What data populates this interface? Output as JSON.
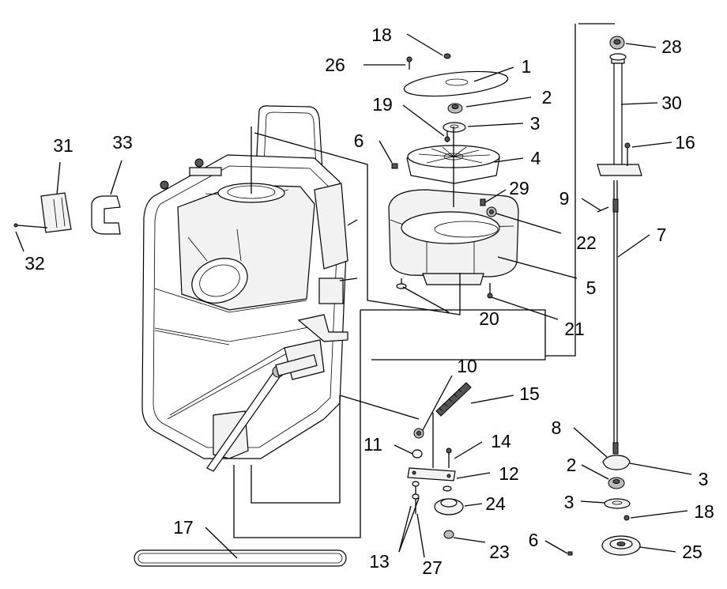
{
  "diagram": {
    "callouts": [
      {
        "id": "c-18a",
        "label": "18"
      },
      {
        "id": "c-1",
        "label": "1"
      },
      {
        "id": "c-26",
        "label": "26"
      },
      {
        "id": "c-2a",
        "label": "2"
      },
      {
        "id": "c-19",
        "label": "19"
      },
      {
        "id": "c-3a",
        "label": "3"
      },
      {
        "id": "c-6a",
        "label": "6"
      },
      {
        "id": "c-4",
        "label": "4"
      },
      {
        "id": "c-29",
        "label": "29"
      },
      {
        "id": "c-22",
        "label": "22"
      },
      {
        "id": "c-5",
        "label": "5"
      },
      {
        "id": "c-20",
        "label": "20"
      },
      {
        "id": "c-21",
        "label": "21"
      },
      {
        "id": "c-28",
        "label": "28"
      },
      {
        "id": "c-30",
        "label": "30"
      },
      {
        "id": "c-16",
        "label": "16"
      },
      {
        "id": "c-9",
        "label": "9"
      },
      {
        "id": "c-7",
        "label": "7"
      },
      {
        "id": "c-31",
        "label": "31"
      },
      {
        "id": "c-33",
        "label": "33"
      },
      {
        "id": "c-32",
        "label": "32"
      },
      {
        "id": "c-10",
        "label": "10"
      },
      {
        "id": "c-15",
        "label": "15"
      },
      {
        "id": "c-14",
        "label": "14"
      },
      {
        "id": "c-11",
        "label": "11"
      },
      {
        "id": "c-12",
        "label": "12"
      },
      {
        "id": "c-24",
        "label": "24"
      },
      {
        "id": "c-17",
        "label": "17"
      },
      {
        "id": "c-13",
        "label": "13"
      },
      {
        "id": "c-27",
        "label": "27"
      },
      {
        "id": "c-23",
        "label": "23"
      },
      {
        "id": "c-8",
        "label": "8"
      },
      {
        "id": "c-2b",
        "label": "2"
      },
      {
        "id": "c-3b",
        "label": "3"
      },
      {
        "id": "c-3c",
        "label": "3"
      },
      {
        "id": "c-18b",
        "label": "18"
      },
      {
        "id": "c-6b",
        "label": "6"
      },
      {
        "id": "c-25",
        "label": "25"
      }
    ]
  }
}
